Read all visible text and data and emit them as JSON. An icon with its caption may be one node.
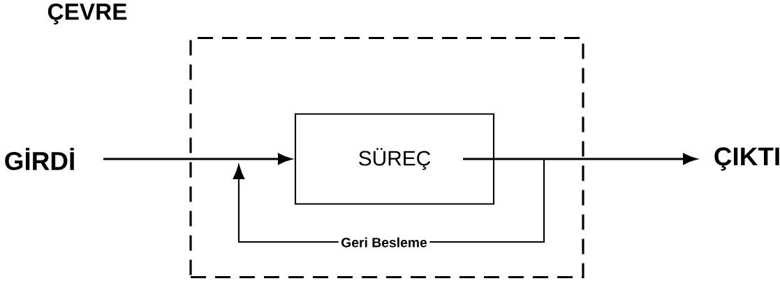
{
  "diagram": {
    "nodes": [
      {
        "text": [
          "ÇEVRE"
        ]
      },
      {
        "text": [
          "SÜREÇ"
        ],
        "in": 0
      },
      {
        "text": [
          "GİRDİ"
        ]
      },
      {
        "text": [
          "ÇIKTI"
        ]
      }
    ],
    "edges": [
      {
        "from": 2,
        "to": 1,
        "arrow": "to"
      },
      {
        "from": 1,
        "to": 3,
        "arrow": "to"
      },
      {
        "from": 1,
        "to": 1,
        "arrow": "to",
        "label": "Geri Besleme"
      }
    ]
  }
}
